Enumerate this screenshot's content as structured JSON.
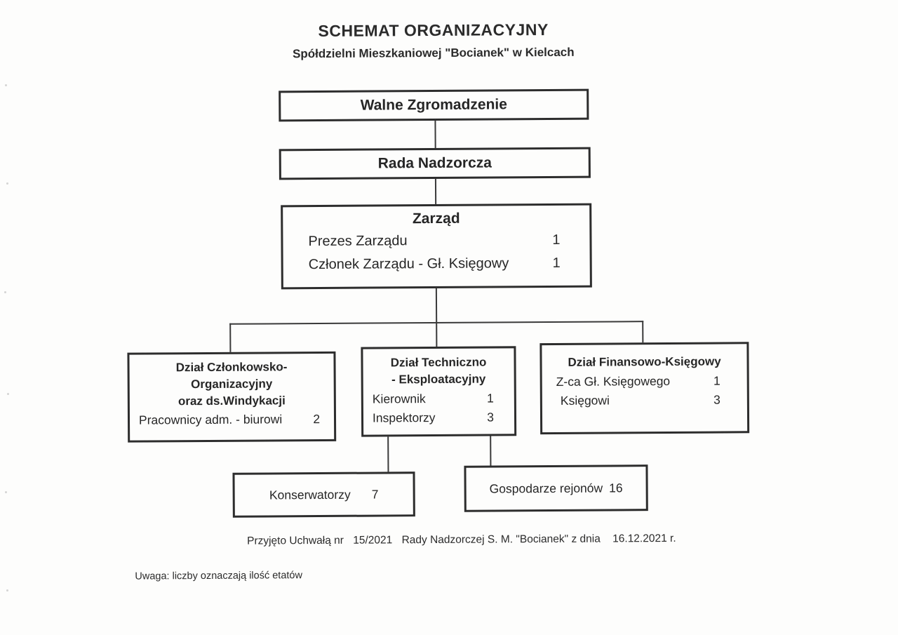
{
  "header": {
    "title": "SCHEMAT ORGANIZACYJNY",
    "subtitle": "Spółdzielni Mieszkaniowej \"Bocianek\" w Kielcach"
  },
  "org": {
    "walne_zgromadzenie": {
      "label": "Walne Zgromadzenie"
    },
    "rada_nadzorcza": {
      "label": "Rada Nadzorcza"
    },
    "zarzad": {
      "title": "Zarząd",
      "rows": [
        {
          "label": "Prezes Zarządu",
          "value": "1"
        },
        {
          "label": "Członek Zarządu - Gł. Księgowy",
          "value": "1"
        }
      ]
    },
    "dzial_czlonkowsko": {
      "title_line1": "Dział Członkowsko-",
      "title_line2": "Organizacyjny",
      "title_line3": "oraz ds.Windykacji",
      "rows": [
        {
          "label": "Pracownicy adm. - biurowi",
          "value": "2"
        }
      ]
    },
    "dzial_techniczno": {
      "title_line1": "Dział Techniczno",
      "title_line2": "- Eksploatacyjny",
      "rows": [
        {
          "label": "Kierownik",
          "value": "1"
        },
        {
          "label": "Inspektorzy",
          "value": "3"
        }
      ]
    },
    "dzial_finansowo": {
      "title": "Dział Finansowo-Księgowy",
      "rows": [
        {
          "label": "Z-ca Gł. Księgowego",
          "value": "1"
        },
        {
          "label": "Księgowi",
          "value": "3"
        }
      ]
    },
    "konserwatorzy": {
      "label": "Konserwatorzy",
      "value": "7"
    },
    "gospodarze_rejonow": {
      "label": "Gospodarze rejonów",
      "value": "16"
    }
  },
  "footer": {
    "prefix": "Przyjęto Uchwałą nr",
    "resolution_no": "15/2021",
    "middle": "Rady Nadzorczej S. M. \"Bocianek\" z dnia",
    "date": "16.12.2021 r."
  },
  "note": "Uwaga: liczby oznaczają ilość etatów",
  "colors": {
    "ink": "#262626",
    "border": "#2d2d2d",
    "paper": "#fdfdfc"
  }
}
